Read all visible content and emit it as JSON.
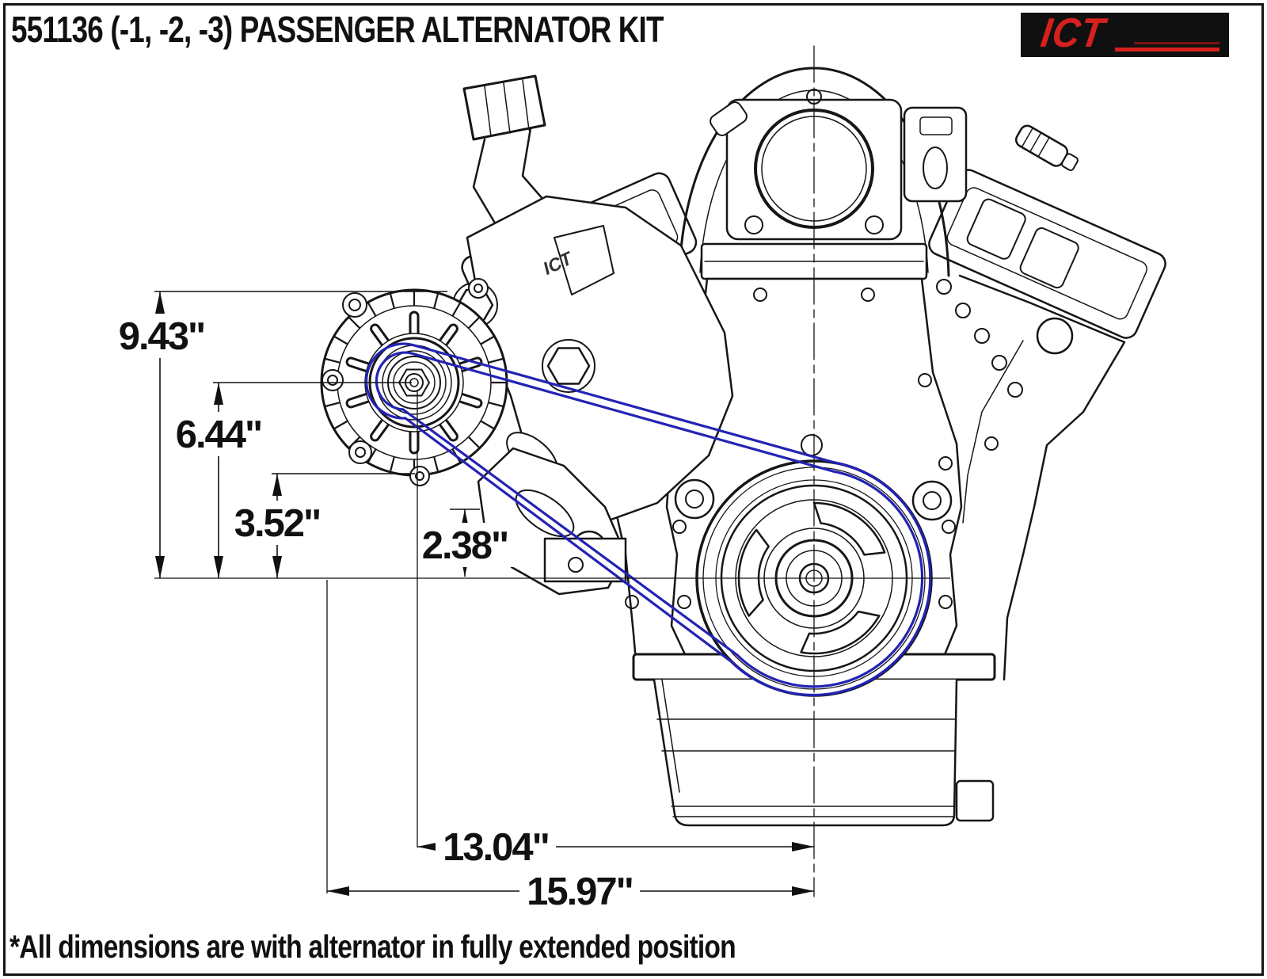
{
  "page": {
    "title": "551136 (-1, -2, -3) PASSENGER ALTERNATOR KIT",
    "footnote": "*All dimensions are with alternator in fully extended position"
  },
  "logo": {
    "text": "ICT",
    "background": "#101010",
    "accent_red": "#d6201d"
  },
  "drawing": {
    "type": "engineering-dimension-diagram",
    "subject": "LS engine front view with passenger-side alternator kit and belt routing",
    "line_color": "#161616",
    "belt_color": "#2323b4",
    "bracket_engraving": "ICT"
  },
  "dims": [
    {
      "label": "9.43\"",
      "orientation": "vertical"
    },
    {
      "label": "6.44\"",
      "orientation": "vertical"
    },
    {
      "label": "3.52\"",
      "orientation": "vertical"
    },
    {
      "label": "2.38\"",
      "orientation": "vertical"
    },
    {
      "label": "13.04\"",
      "orientation": "horizontal"
    },
    {
      "label": "15.97\"",
      "orientation": "horizontal"
    }
  ]
}
